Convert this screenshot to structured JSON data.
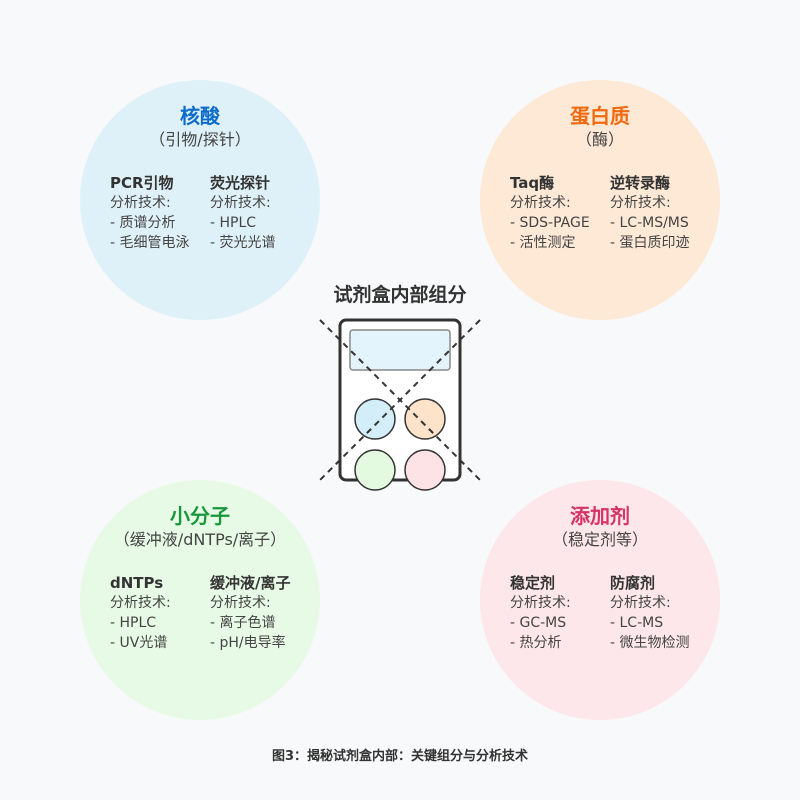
{
  "center_title": "试剂盒内部组分",
  "caption": "图3：揭秘试剂盒内部：关键组分与分析技术",
  "groups": [
    {
      "title": "核酸",
      "subtitle": "（引物/探针）",
      "color": "#0b6bcb",
      "fill": "#dff1f8",
      "items": [
        {
          "name": "PCR引物",
          "label": "分析技术:",
          "methods": [
            "- 质谱分析",
            "- 毛细管电泳"
          ]
        },
        {
          "name": "荧光探针",
          "label": "分析技术:",
          "methods": [
            "- HPLC",
            "- 荧光光谱"
          ]
        }
      ]
    },
    {
      "title": "蛋白质",
      "subtitle": "（酶）",
      "color": "#f0690f",
      "fill": "#fde9d6",
      "items": [
        {
          "name": "Taq酶",
          "label": "分析技术:",
          "methods": [
            "- SDS-PAGE",
            "- 活性测定"
          ]
        },
        {
          "name": "逆转录酶",
          "label": "分析技术:",
          "methods": [
            "- LC-MS/MS",
            "- 蛋白质印迹"
          ]
        }
      ]
    },
    {
      "title": "小分子",
      "subtitle": "（缓冲液/dNTPs/离子）",
      "color": "#17983a",
      "fill": "#e7fae5",
      "items": [
        {
          "name": "dNTPs",
          "label": "分析技术:",
          "methods": [
            "- HPLC",
            "- UV光谱"
          ]
        },
        {
          "name": "缓冲液/离子",
          "label": "分析技术:",
          "methods": [
            "- 离子色谱",
            "- pH/电导率"
          ]
        }
      ]
    },
    {
      "title": "添加剂",
      "subtitle": "（稳定剂等）",
      "color": "#d63366",
      "fill": "#fde7ea",
      "items": [
        {
          "name": "稳定剂",
          "label": "分析技术:",
          "methods": [
            "- GC-MS",
            "- 热分析"
          ]
        },
        {
          "name": "防腐剂",
          "label": "分析技术:",
          "methods": [
            "- LC-MS",
            "- 微生物检测"
          ]
        }
      ]
    }
  ]
}
